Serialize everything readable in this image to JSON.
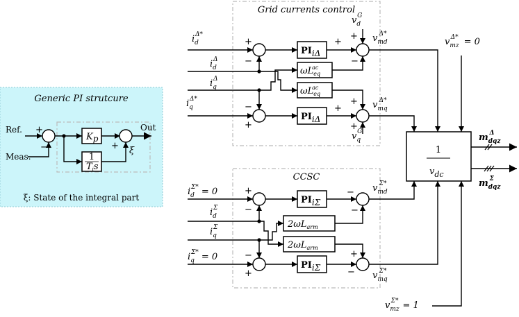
{
  "pi_box": {
    "title": "Generic PI strutcure",
    "ref": "Ref.",
    "meas": "Meas.",
    "out": "Out",
    "kp": "K",
    "kp_sub": "p",
    "ti_num": "1",
    "ti_den": "T",
    "ti_den_sub": "i",
    "ti_den_s": "s",
    "xi": "ξ",
    "note": "ξ: State of the integral part"
  },
  "grid": {
    "title": "Grid currents control",
    "id_ref": "i",
    "id_ref_sub": "d",
    "id_ref_sup": "Δ*",
    "id": "i",
    "id_sub": "d",
    "id_sup": "Δ",
    "iq": "i",
    "iq_sub": "q",
    "iq_sup": "Δ",
    "iq_ref": "i",
    "iq_ref_sub": "q",
    "iq_ref_sup": "Δ*",
    "pi": "PI",
    "pi_sub": "iΔ",
    "wl": "ωL",
    "wl_sub": "eq",
    "wl_sup": "ac",
    "vdG": "v",
    "vdG_sub": "d",
    "vdG_sup": "G",
    "vqG": "v",
    "vqG_sub": "q",
    "vqG_sup": "G",
    "vmd": "v",
    "vmd_sub": "md",
    "vmd_sup": "Δ*",
    "vmq": "v",
    "vmq_sub": "mq",
    "vmq_sup": "Δ*",
    "vmz": "v",
    "vmz_sub": "mz",
    "vmz_sup": "Δ*",
    "vmz_val": "= 0"
  },
  "ccsc": {
    "title": "CCSC",
    "id_ref": "i",
    "id_ref_sub": "d",
    "id_ref_sup": "Σ*",
    "id_ref_val": "= 0",
    "id": "i",
    "id_sub": "d",
    "id_sup": "Σ",
    "iq": "i",
    "iq_sub": "q",
    "iq_sup": "Σ",
    "iq_ref": "i",
    "iq_ref_sub": "q",
    "iq_ref_sup": "Σ*",
    "iq_ref_val": "= 0",
    "pi": "PI",
    "pi_sub": "iΣ",
    "wl": "2ωL",
    "wl_sub": "arm",
    "vmd": "v",
    "vmd_sub": "md",
    "vmd_sup": "Σ*",
    "vmq": "v",
    "vmq_sub": "mq",
    "vmq_sup": "Σ*",
    "vmz": "v",
    "vmz_sub": "mz",
    "vmz_sup": "Σ*",
    "vmz_val": "= 1"
  },
  "divider": {
    "num": "1",
    "den": "v",
    "den_sub": "dc"
  },
  "outputs": {
    "delta": "m",
    "delta_sub": "dqz",
    "delta_sup": "Δ",
    "sigma": "m",
    "sigma_sub": "dqz",
    "sigma_sup": "Σ"
  },
  "signs": {
    "plus": "+",
    "minus": "−"
  },
  "colors": {
    "pi_box_fill": "#ccf5fa",
    "pi_box_border": "#9bd3dc",
    "dash_border": "#bbbbbb"
  }
}
